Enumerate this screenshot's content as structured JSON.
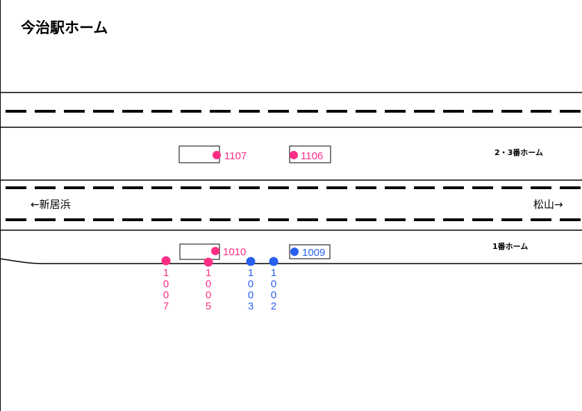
{
  "title": "今治駅ホーム",
  "platforms": {
    "upper_label": "2・3番ホーム",
    "lower_label": "1番ホーム"
  },
  "directions": {
    "left": "←新居浜",
    "right": "松山→"
  },
  "colors": {
    "pink": "#ff2d86",
    "blue": "#2860f0",
    "line": "#000000"
  },
  "boxed_trains": [
    {
      "id": "1107",
      "color": "pink"
    },
    {
      "id": "1106",
      "color": "pink"
    },
    {
      "id": "1010",
      "color": "pink"
    },
    {
      "id": "1009",
      "color": "blue"
    }
  ],
  "vertical_trains": [
    {
      "id": "1007",
      "digits": [
        "1",
        "0",
        "0",
        "7"
      ],
      "color": "pink"
    },
    {
      "id": "1005",
      "digits": [
        "1",
        "0",
        "0",
        "5"
      ],
      "color": "pink"
    },
    {
      "id": "1003",
      "digits": [
        "1",
        "0",
        "0",
        "3"
      ],
      "color": "blue"
    },
    {
      "id": "1002",
      "digits": [
        "1",
        "0",
        "0",
        "2"
      ],
      "color": "blue"
    }
  ]
}
